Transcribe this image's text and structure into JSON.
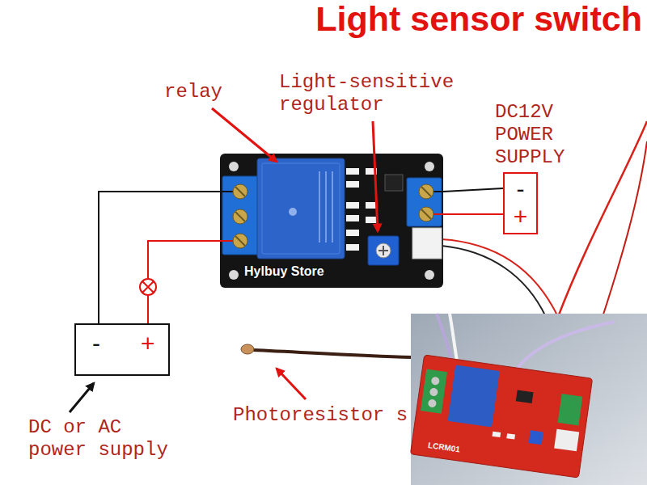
{
  "diagram": {
    "title": "Light sensor switch",
    "nodes": [
      {
        "text": [
          "Hylbuy Store"
        ]
      },
      {
        "text": [
          "DC12V POWER SUPPLY",
          "-",
          "+"
        ]
      },
      {
        "text": [
          "-",
          "+"
        ]
      }
    ],
    "edges": [
      {
        "from": 0,
        "to": 1,
        "arrow": "none"
      },
      {
        "from": 0,
        "to": 1,
        "arrow": "none"
      },
      {
        "from": 0,
        "to": 2,
        "arrow": "none"
      },
      {
        "from": 0,
        "to": 2,
        "arrow": "none"
      }
    ],
    "labels": [
      "relay",
      "Light-sensitive regulator",
      "Photoresistor s",
      "DC or AC power supply",
      "LCRM01"
    ]
  }
}
